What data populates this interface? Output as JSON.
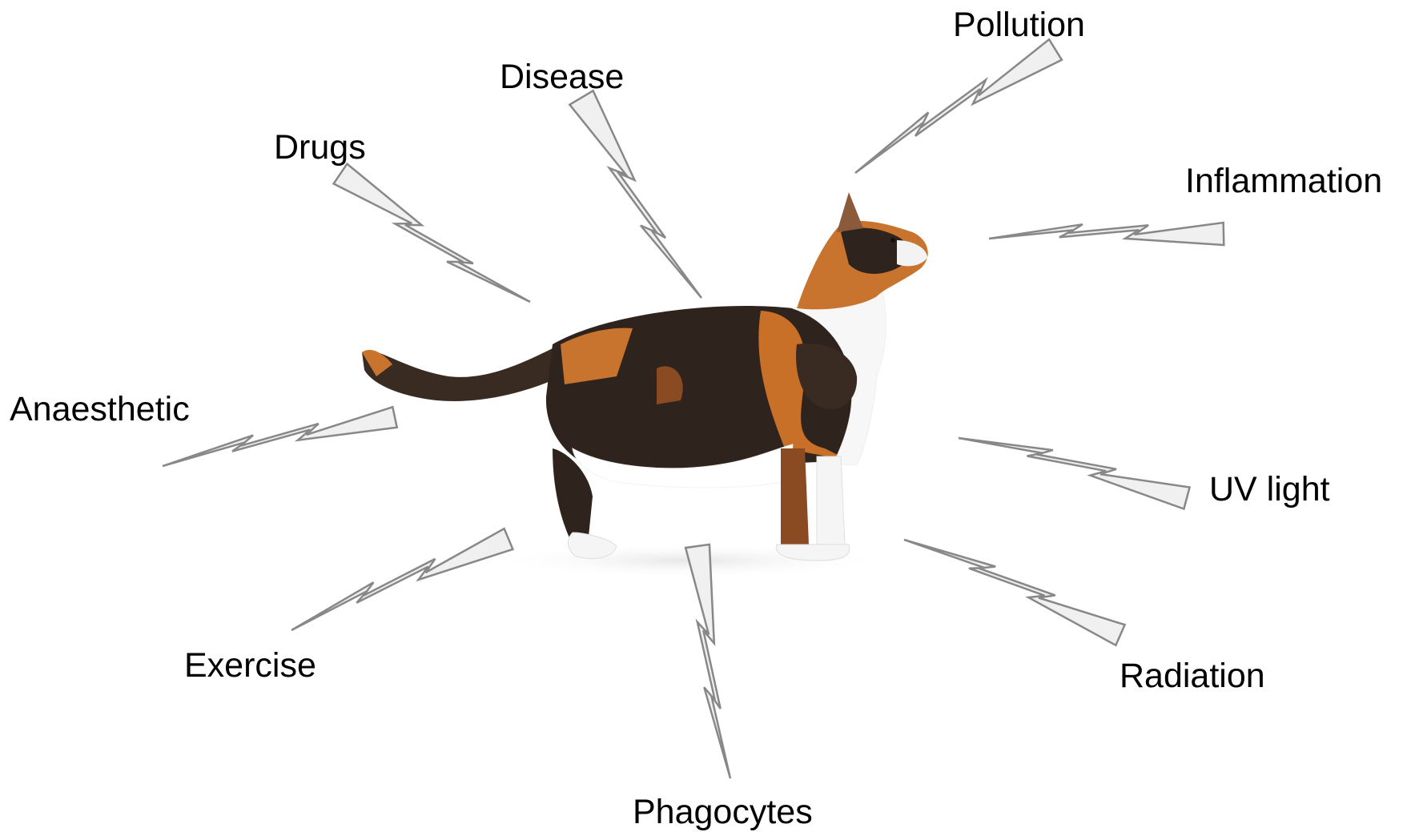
{
  "stressors": [
    {
      "id": "pollution",
      "label": "Pollution"
    },
    {
      "id": "disease",
      "label": "Disease"
    },
    {
      "id": "drugs",
      "label": "Drugs"
    },
    {
      "id": "inflammation",
      "label": "Inflammation"
    },
    {
      "id": "anaesthetic",
      "label": "Anaesthetic"
    },
    {
      "id": "uv-light",
      "label": "UV light"
    },
    {
      "id": "exercise",
      "label": "Exercise"
    },
    {
      "id": "radiation",
      "label": "Radiation"
    },
    {
      "id": "phagocytes",
      "label": "Phagocytes"
    }
  ],
  "subject": {
    "name": "calico-cat"
  },
  "colors": {
    "bolt_fill": "#f0f0f0",
    "bolt_stroke": "#888888",
    "text": "#000000"
  }
}
